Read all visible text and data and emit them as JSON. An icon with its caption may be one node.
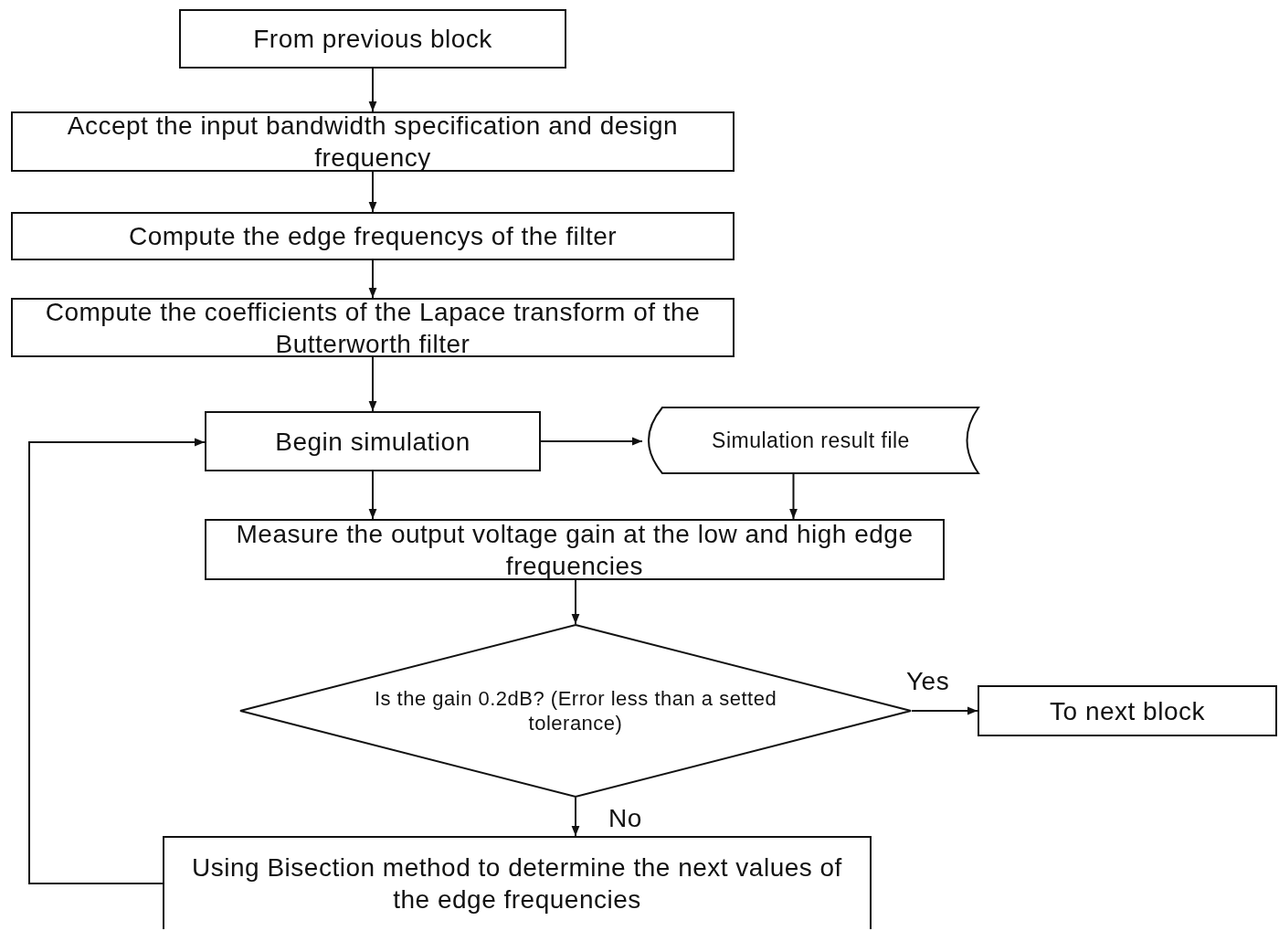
{
  "diagram": {
    "nodes": [
      {
        "text": [
          "From previous block"
        ]
      },
      {
        "text": [
          "Accept  the input bandwidth specification and design frequency"
        ]
      },
      {
        "text": [
          "Compute the edge frequencys of the filter"
        ]
      },
      {
        "text": [
          "Compute the coefficients of the Lapace transform of the Butterworth filter"
        ]
      },
      {
        "text": [
          "Begin simulation"
        ]
      },
      {
        "text": [
          "Simulation result file"
        ]
      },
      {
        "text": [
          "Measure the output voltage gain at the low and high edge frequencies"
        ]
      },
      {
        "text": [
          "Is the gain 0.2dB? (Error less than a setted tolerance)"
        ]
      },
      {
        "text": [
          "To next block"
        ]
      },
      {
        "text": [
          "Using Bisection method to determine the next values of the edge frequencies"
        ]
      }
    ],
    "edges": [
      {
        "from": 0,
        "to": 1,
        "arrow": "to"
      },
      {
        "from": 1,
        "to": 2,
        "arrow": "to"
      },
      {
        "from": 2,
        "to": 3,
        "arrow": "to"
      },
      {
        "from": 3,
        "to": 4,
        "arrow": "to"
      },
      {
        "from": 4,
        "to": 5,
        "arrow": "to"
      },
      {
        "from": 4,
        "to": 6,
        "arrow": "to"
      },
      {
        "from": 5,
        "to": 6,
        "arrow": "to"
      },
      {
        "from": 6,
        "to": 7,
        "arrow": "to"
      },
      {
        "from": 7,
        "to": 8,
        "arrow": "to",
        "label": "Yes"
      },
      {
        "from": 7,
        "to": 9,
        "arrow": "to",
        "label": "No"
      },
      {
        "from": 9,
        "to": 4,
        "arrow": "to"
      }
    ]
  }
}
